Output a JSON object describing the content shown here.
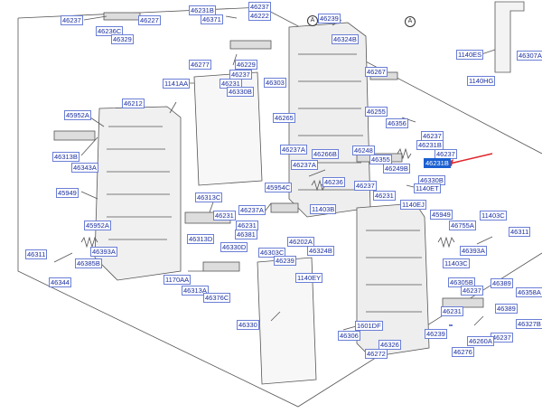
{
  "circle_marks": [
    "A",
    "A"
  ],
  "highlight_color": "#1a5fd1",
  "arrow_color": "#e0242a",
  "labels": [
    "46237",
    "46227",
    "46236C",
    "46329",
    "46231B",
    "46371",
    "46237",
    "46222",
    "46239",
    "46324B",
    "46307A",
    "1140ES",
    "1140HG",
    "46277",
    "46229",
    "46237",
    "46231",
    "46330B",
    "46303",
    "1141AA",
    "46267",
    "46212",
    "46265",
    "45952A",
    "46313B",
    "46343A",
    "46255",
    "46356",
    "46237",
    "46231B",
    "46237",
    "46248",
    "46355",
    "46249B",
    "46231B",
    "46237A",
    "46266B",
    "46237",
    "46330B",
    "46231",
    "1140ET",
    "46237A",
    "45954C",
    "46236",
    "11403B",
    "1140EJ",
    "45949",
    "45952A",
    "46313C",
    "46231",
    "46237A",
    "46231",
    "46381",
    "46202A",
    "46313D",
    "46330D",
    "46303C",
    "46239",
    "46324B",
    "1140EY",
    "45949",
    "46755A",
    "11403C",
    "46311",
    "46393A",
    "11403C",
    "46311",
    "46393A",
    "46385B",
    "46344",
    "1170AA",
    "46313A",
    "46376C",
    "46305B",
    "46237",
    "46389",
    "46358A",
    "46231",
    "46389",
    "46327B",
    "46237",
    "46260A",
    "46276",
    "46330",
    "1601DF",
    "46306",
    "46326",
    "46272",
    "46239"
  ]
}
